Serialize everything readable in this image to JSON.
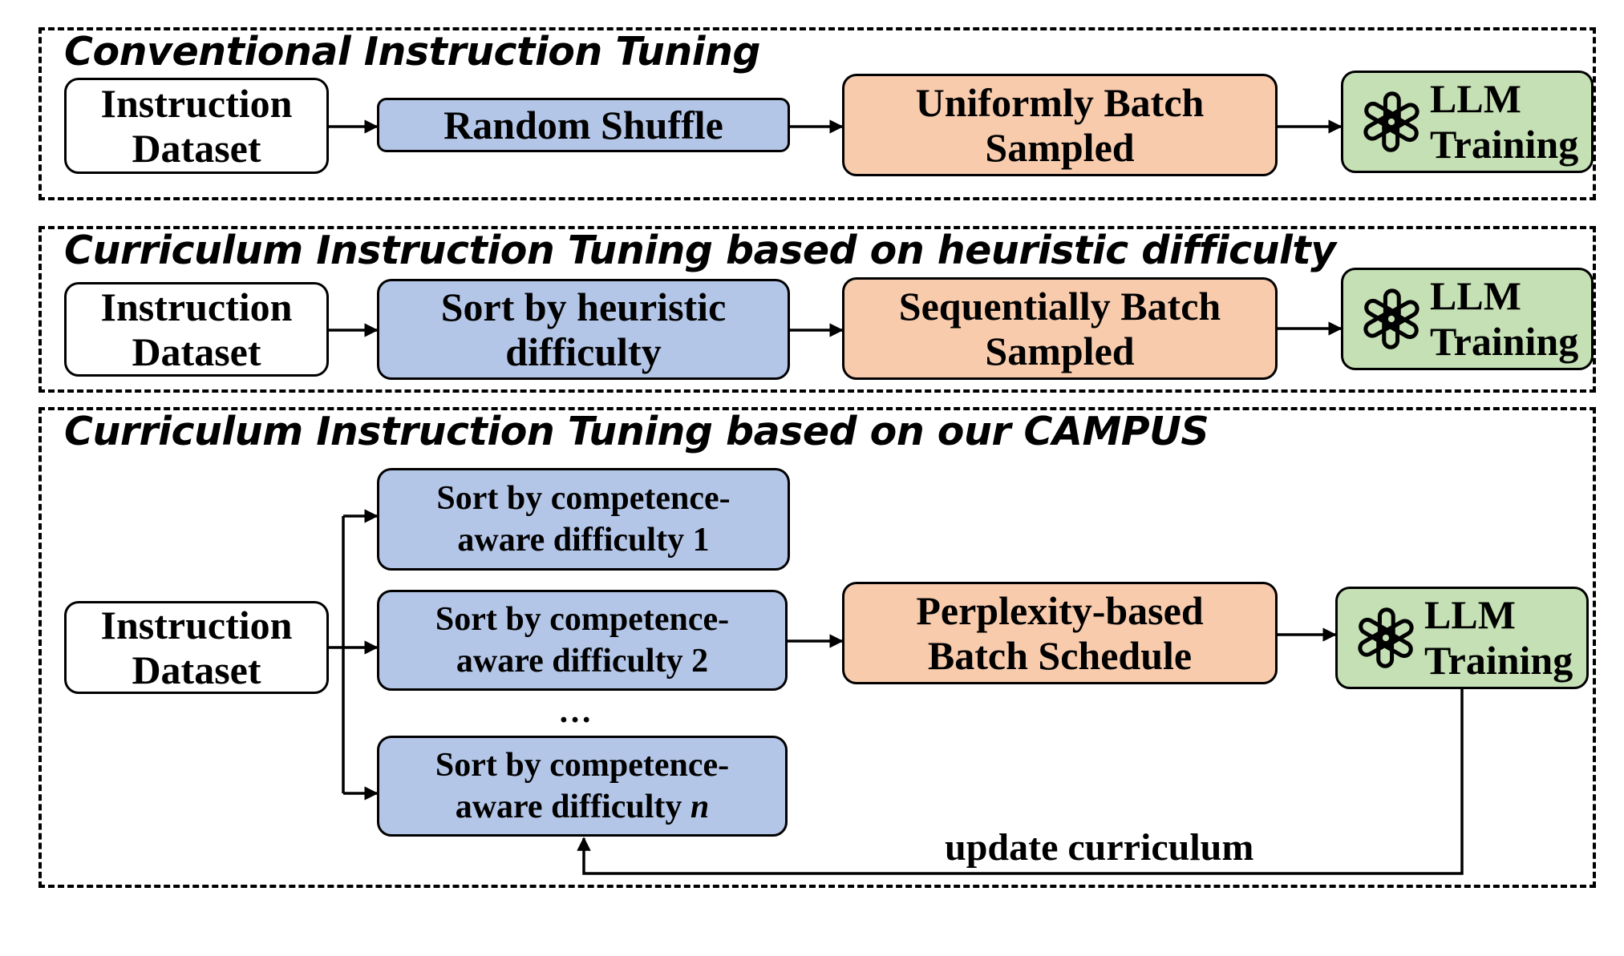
{
  "panels": {
    "conventional": {
      "title": "Conventional Instruction Tuning",
      "dataset": {
        "line1": "Instruction",
        "line2": "Dataset"
      },
      "step1": "Random Shuffle",
      "step2": {
        "line1": "Uniformly Batch",
        "line2": "Sampled"
      },
      "training": {
        "line1": "LLM",
        "line2": "Training"
      }
    },
    "heuristic": {
      "title": "Curriculum Instruction Tuning based on heuristic difficulty",
      "dataset": {
        "line1": "Instruction",
        "line2": "Dataset"
      },
      "step1": {
        "line1": "Sort by heuristic",
        "line2": "difficulty"
      },
      "step2": {
        "line1": "Sequentially Batch",
        "line2": "Sampled"
      },
      "training": {
        "line1": "LLM",
        "line2": "Training"
      }
    },
    "campus": {
      "title": "Curriculum Instruction Tuning based on our CAMPUS",
      "dataset": {
        "line1": "Instruction",
        "line2": "Dataset"
      },
      "sorts": [
        {
          "line1": "Sort by competence-",
          "line2": "aware difficulty",
          "index": "1"
        },
        {
          "line1": "Sort by competence-",
          "line2": "aware difficulty",
          "index": "2"
        },
        {
          "line1": "Sort by competence-",
          "line2": "aware difficulty",
          "index": "n"
        }
      ],
      "ellipsis": "…",
      "schedule": {
        "line1": "Perplexity-based",
        "line2": "Batch Schedule"
      },
      "training": {
        "line1": "LLM",
        "line2": "Training"
      },
      "feedback_label": "update curriculum"
    }
  },
  "colors": {
    "dataset_fill": "#ffffff",
    "sort_fill": "#b4c6e7",
    "batch_fill": "#f8cbad",
    "training_fill": "#c5e0b4",
    "stroke": "#000000"
  },
  "icons": {
    "training_logo": "openai-knot-icon"
  }
}
